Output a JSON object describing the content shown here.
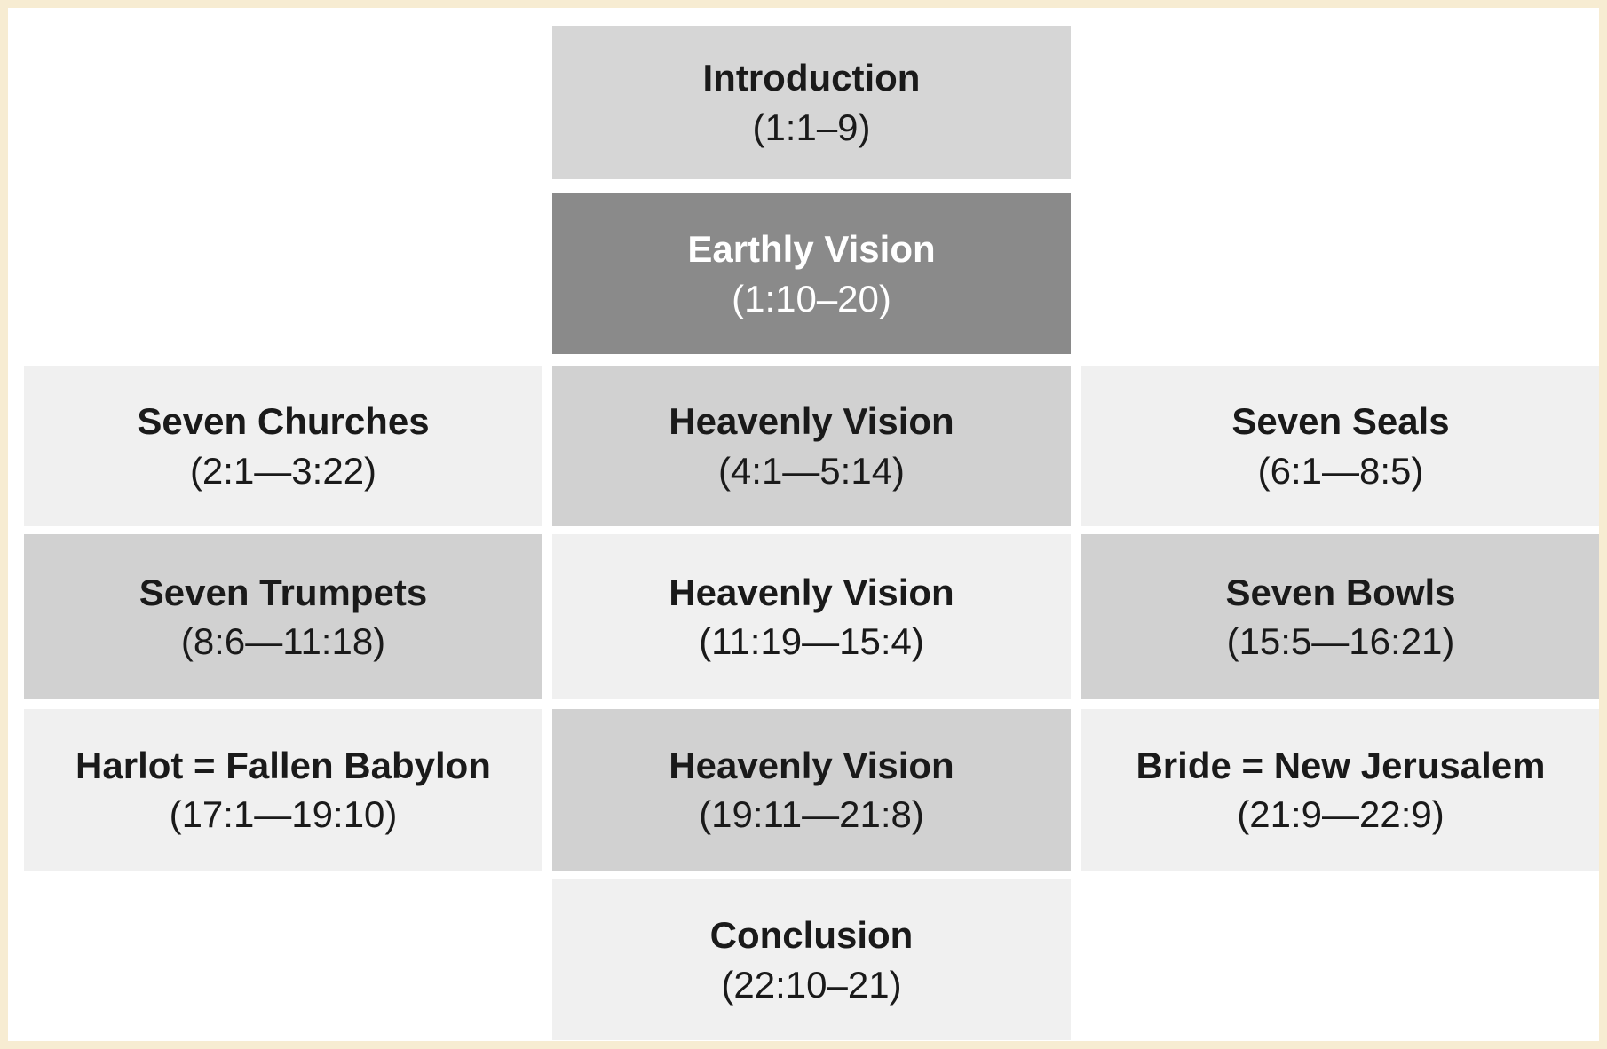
{
  "diagram": {
    "type": "block-structure-diagram",
    "columns": 3,
    "rows": 6,
    "boxes": [
      {
        "id": "introduction",
        "label": "Introduction",
        "ref": "(1:1–9)",
        "row": 1,
        "col": "center",
        "tone": "medium-light"
      },
      {
        "id": "earthly-vision",
        "label": "Earthly Vision",
        "ref": "(1:10–20)",
        "row": 2,
        "col": "center",
        "tone": "dark"
      },
      {
        "id": "seven-churches",
        "label": "Seven Churches",
        "ref": "(2:1—3:22)",
        "row": 3,
        "col": "left",
        "tone": "light"
      },
      {
        "id": "heavenly-vision-1",
        "label": "Heavenly Vision",
        "ref": "(4:1—5:14)",
        "row": 3,
        "col": "center",
        "tone": "medium"
      },
      {
        "id": "seven-seals",
        "label": "Seven Seals",
        "ref": "(6:1—8:5)",
        "row": 3,
        "col": "right",
        "tone": "light"
      },
      {
        "id": "seven-trumpets",
        "label": "Seven Trumpets",
        "ref": "(8:6—11:18)",
        "row": 4,
        "col": "left",
        "tone": "medium"
      },
      {
        "id": "heavenly-vision-2",
        "label": "Heavenly Vision",
        "ref": "(11:19—15:4)",
        "row": 4,
        "col": "center",
        "tone": "light"
      },
      {
        "id": "seven-bowls",
        "label": "Seven Bowls",
        "ref": "(15:5—16:21)",
        "row": 4,
        "col": "right",
        "tone": "medium"
      },
      {
        "id": "harlot",
        "label": "Harlot = Fallen Babylon",
        "ref": "(17:1—19:10)",
        "row": 5,
        "col": "left",
        "tone": "light"
      },
      {
        "id": "heavenly-vision-3",
        "label": "Heavenly Vision",
        "ref": "(19:11—21:8)",
        "row": 5,
        "col": "center",
        "tone": "medium"
      },
      {
        "id": "bride",
        "label": "Bride = New Jerusalem",
        "ref": "(21:9—22:9)",
        "row": 5,
        "col": "right",
        "tone": "light"
      },
      {
        "id": "conclusion",
        "label": "Conclusion",
        "ref": "(22:10–21)",
        "row": 6,
        "col": "center",
        "tone": "light"
      }
    ]
  },
  "colors": {
    "page_border": "#f7ecd2",
    "background": "#ffffff",
    "box_light": "#f0f0f0",
    "box_medium": "#d1d1d1",
    "box_medium_light": "#d6d6d6",
    "box_dark": "#8a8a8a",
    "text_dark": "#1a1a1a",
    "text_on_dark": "#ffffff"
  }
}
